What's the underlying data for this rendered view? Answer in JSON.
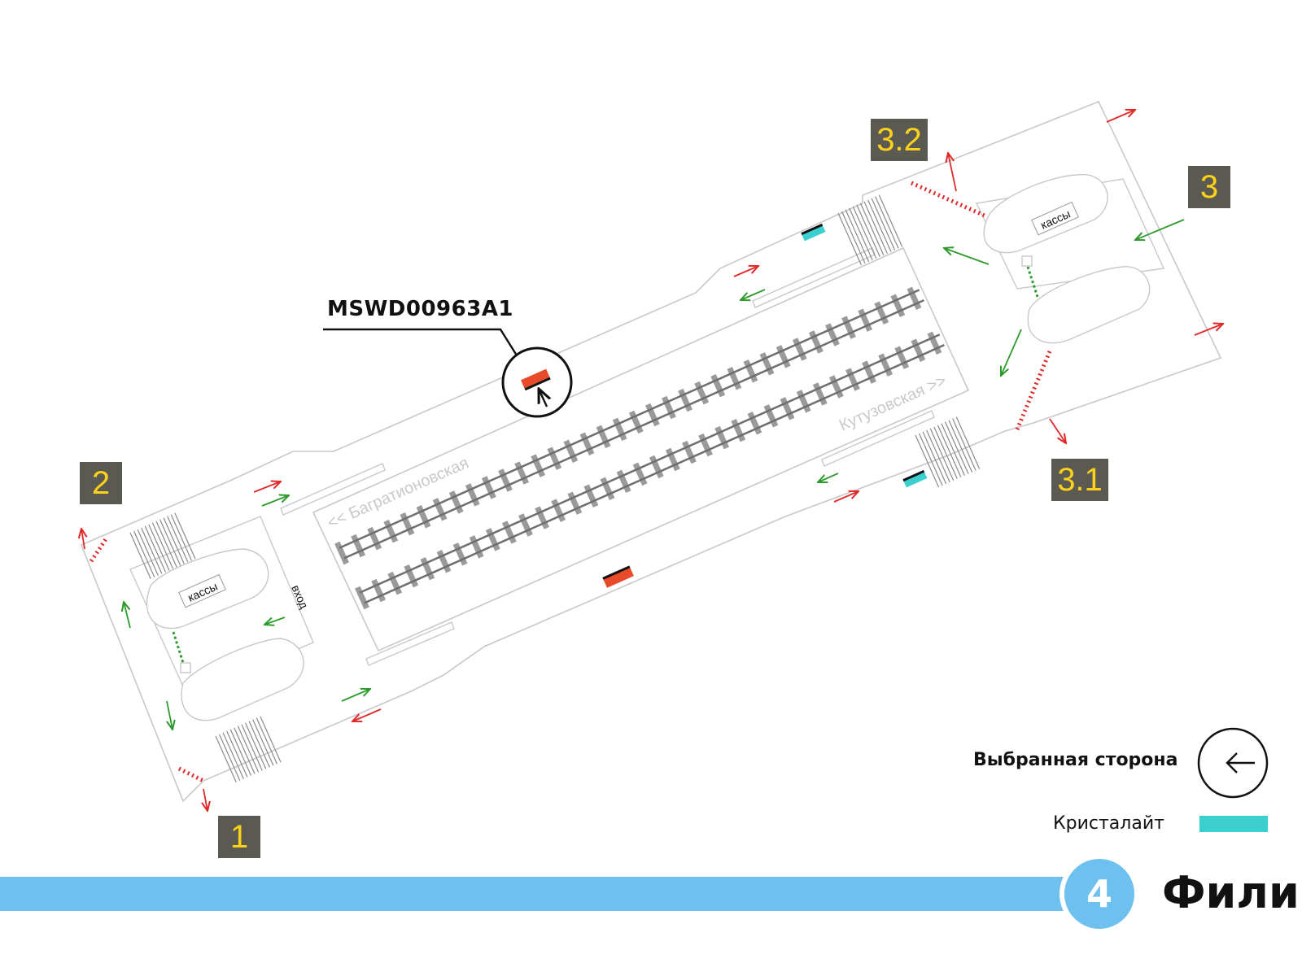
{
  "station": {
    "line_number": "4",
    "name": "Фили",
    "line_color": "#6ec0ee"
  },
  "exits": {
    "e1": "1",
    "e2": "2",
    "e3": "3",
    "e3_1": "3.1",
    "e3_2": "3.2"
  },
  "selected_code": "MSWD00963A1",
  "platform_labels": {
    "left_direction": "<< Багратионовская",
    "right_direction": "Кутузовская >>"
  },
  "ticket_office": "кассы",
  "entrance": "вход",
  "legend": {
    "selected_side": "Выбранная сторона",
    "kristalight": "Кристалайт",
    "kristalight_color": "#3ccfcf",
    "selected_side_icon": "arrow-left-icon"
  },
  "colors": {
    "ad_panel": "#e84a2a",
    "exit_badge_bg": "#5a5a52",
    "exit_badge_text": "#ffd21a",
    "arrow_in": "#2e9a2e",
    "arrow_out": "#e02828"
  }
}
